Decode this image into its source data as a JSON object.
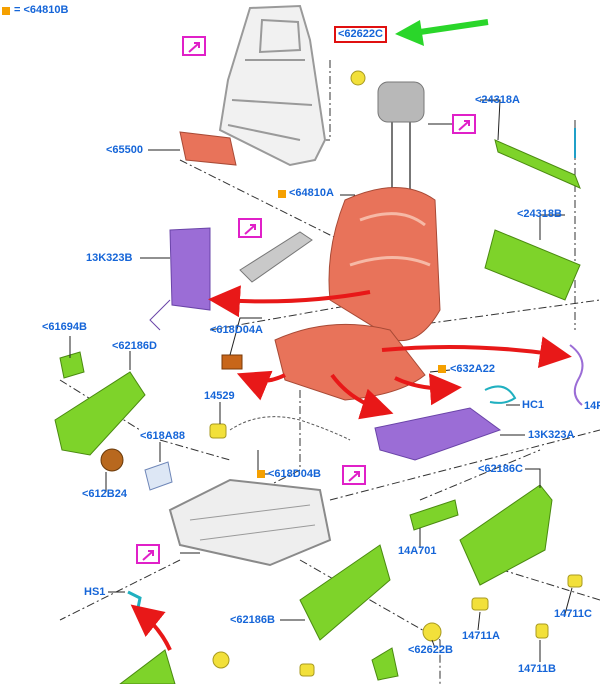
{
  "legend": {
    "text": "= <64810B",
    "color": "#f5a000"
  },
  "highlight_label": "<62622C",
  "labels": {
    "l65500": "<65500",
    "l64810A": "<64810A",
    "l24318A": "<24318A",
    "l24318B": "<24318B",
    "l13K323B": "13K323B",
    "l618D04A": "<618D04A",
    "l61694B": "<61694B",
    "l62186D": "<62186D",
    "l14529": "14529",
    "l632A22": "<632A22",
    "lHC1": "HC1",
    "l14F": "14F",
    "l618A88": "<618A88",
    "l612B24": "<612B24",
    "l13K323A": "13K323A",
    "l618D04B": "<618D04B",
    "l62186C": "<62186C",
    "l14A701": "14A701",
    "lHS1": "HS1",
    "l62186B": "<62186B",
    "l14711A": "14711A",
    "l14711C": "14711C",
    "l62622B": "<62622B",
    "l14711B": "14711B"
  },
  "colors": {
    "label_blue": "#1565d8",
    "seat_orange": "#e8735a",
    "part_green": "#7ed32a",
    "purple": "#9b6dd6",
    "yellow": "#f2e03a",
    "arrow_red": "#e81818",
    "arrow_green": "#2ad62a",
    "magnify_pink": "#e020c8",
    "square_orange": "#f5a000"
  },
  "icons": [
    "magnify-icon",
    "orange-square-icon"
  ]
}
